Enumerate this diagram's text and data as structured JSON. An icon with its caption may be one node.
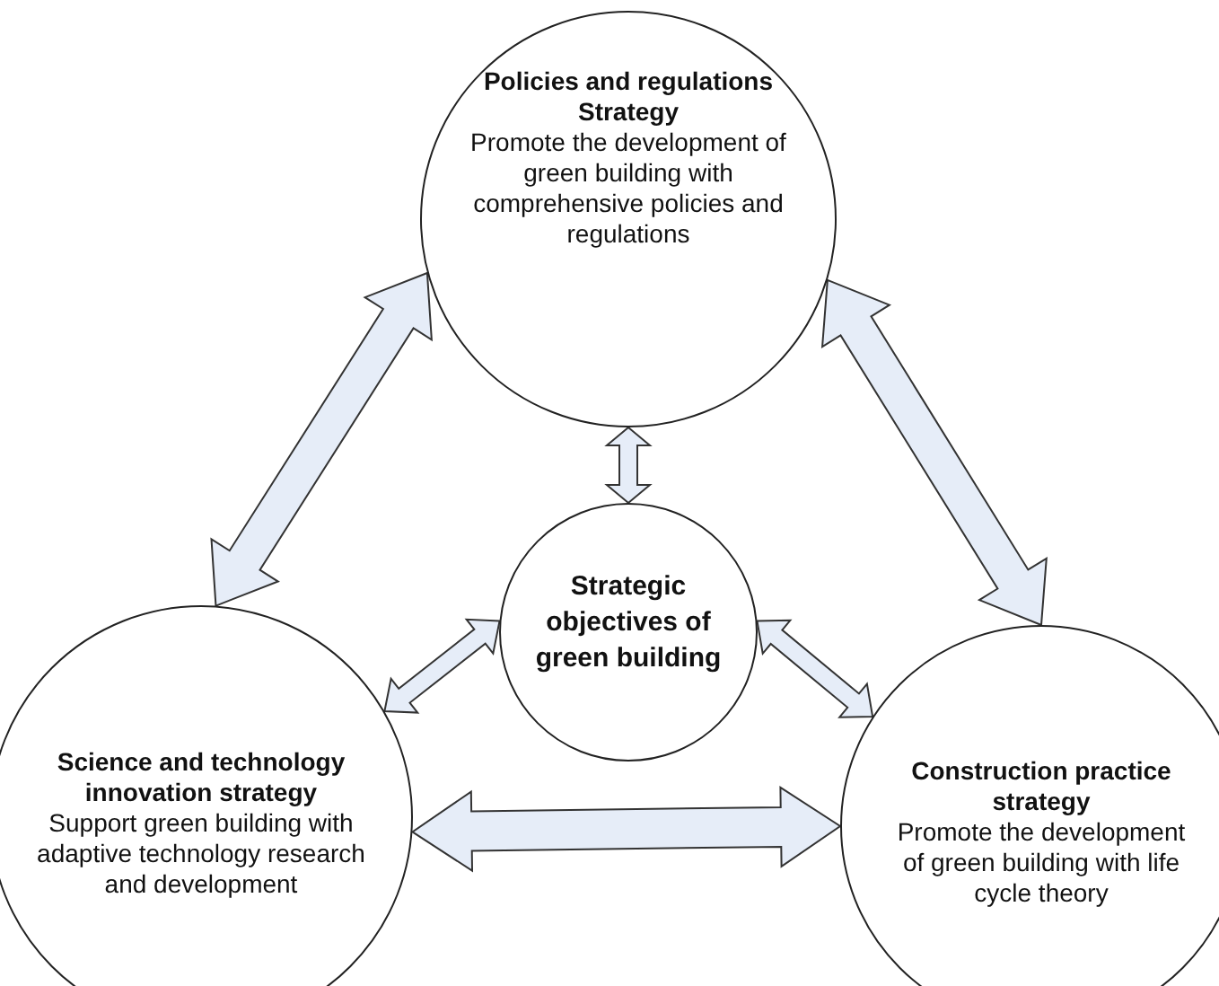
{
  "diagram": {
    "nodes": [
      {
        "text": [
          "Policies and regulations Strategy",
          "Promote the development of green building with comprehensive policies and regulations"
        ]
      },
      {
        "text": [
          "Strategic objectives of green building"
        ]
      },
      {
        "text": [
          "Science and technology innovation strategy",
          "Support green building with adaptive technology research and development"
        ]
      },
      {
        "text": [
          "Construction practice strategy",
          "Promote the development of green building with life cycle theory"
        ]
      }
    ],
    "edges": [
      {
        "from": 0,
        "to": 2,
        "arrow": "both"
      },
      {
        "from": 0,
        "to": 3,
        "arrow": "both"
      },
      {
        "from": 0,
        "to": 1,
        "arrow": "both"
      },
      {
        "from": 1,
        "to": 2,
        "arrow": "both"
      },
      {
        "from": 1,
        "to": 3,
        "arrow": "both"
      },
      {
        "from": 2,
        "to": 3,
        "arrow": "both"
      }
    ]
  }
}
